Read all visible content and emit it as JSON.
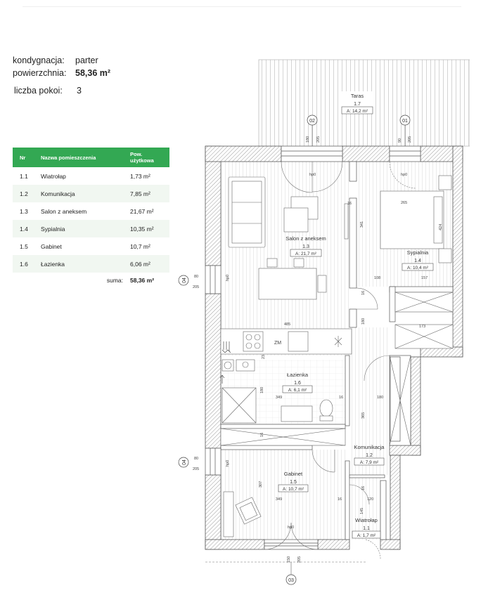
{
  "header": {
    "floor_label": "kondygnacja:",
    "floor_value": "parter",
    "area_label": "powierzchnia:",
    "area_value": "58,36 m²",
    "rooms_label": "liczba pokoi:",
    "rooms_value": "3"
  },
  "table": {
    "col_nr": "Nr",
    "col_name": "Nazwa pomieszczenia",
    "col_area_line1": "Pow.",
    "col_area_line2": "użytkowa",
    "rows": [
      {
        "nr": "1.1",
        "name": "Wiatrołap",
        "area": "1,73 m²"
      },
      {
        "nr": "1.2",
        "name": "Komunikacja",
        "area": "7,85 m²"
      },
      {
        "nr": "1.3",
        "name": "Salon z aneksem",
        "area": "21,67 m²"
      },
      {
        "nr": "1.4",
        "name": "Sypialnia",
        "area": "10,35 m²"
      },
      {
        "nr": "1.5",
        "name": "Gabinet",
        "area": "10,7 m²"
      },
      {
        "nr": "1.6",
        "name": "Łazienka",
        "area": "6,06 m²"
      }
    ],
    "sum_label": "suma:",
    "sum_value": "58,36 m²"
  },
  "plan": {
    "accent": "#33a853",
    "rooms": {
      "taras": {
        "name": "Taras",
        "nr": "1.7",
        "area": "A: 14,2 m²"
      },
      "salon": {
        "name": "Salon z aneksem",
        "nr": "1.3",
        "area": "A: 21,7 m²"
      },
      "sypialnia": {
        "name": "Sypialnia",
        "nr": "1.4",
        "area": "A: 10,4 m²"
      },
      "lazienka": {
        "name": "Łazienka",
        "nr": "1.6",
        "area": "A: 6,1 m²"
      },
      "komunikacja": {
        "name": "Komunikacja",
        "nr": "1.2",
        "area": "A: 7,9 m²"
      },
      "gabinet": {
        "name": "Gabinet",
        "nr": "1.5",
        "area": "A: 10,7 m²"
      },
      "wiatrolap": {
        "name": "Wiatrołap",
        "nr": "1.1",
        "area": "A: 1,7 m²"
      }
    },
    "axes": {
      "a02": "02",
      "a01": "01",
      "a04a": "04",
      "a04b": "04",
      "a03": "03"
    },
    "dims": {
      "d180t": "180",
      "d205t1": "205",
      "d90": "90",
      "d205t2": "205",
      "d80a": "80",
      "d205a": "205",
      "d80b": "80",
      "d205b": "205",
      "d150": "150",
      "d205c": "205",
      "d265": "265",
      "d424": "424",
      "d341": "341",
      "d16a": "16",
      "d108": "108",
      "d157": "157",
      "d16b": "16",
      "d180m": "180",
      "d485": "485",
      "d173": "173",
      "d23": "23",
      "d180l": "180",
      "d349a": "349",
      "d16c": "16",
      "d180r": "180",
      "d365": "365",
      "d16d": "16",
      "d307": "307",
      "d349b": "349",
      "d16e": "16",
      "d16f": "16",
      "d120": "120",
      "d145": "145"
    },
    "doors": {
      "hp_salon": "hp0",
      "hp_syp": "hp0",
      "hp_win": "hp0",
      "hp_gab_l": "hp0",
      "hp_gab_b": "hp0"
    },
    "zm": "ZM"
  }
}
